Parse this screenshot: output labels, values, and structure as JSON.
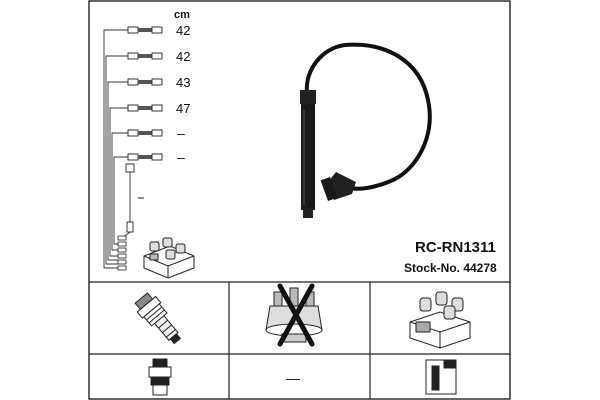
{
  "header": {
    "unit_label": "cm"
  },
  "leads": [
    {
      "length": "42"
    },
    {
      "length": "42"
    },
    {
      "length": "43"
    },
    {
      "length": "47"
    },
    {
      "length": "–"
    },
    {
      "length": "–"
    }
  ],
  "product": {
    "part_number": "RC-RN1311",
    "stock_number": "Stock-No. 44278"
  },
  "components": {
    "ignition_coil_dash": "—"
  }
}
